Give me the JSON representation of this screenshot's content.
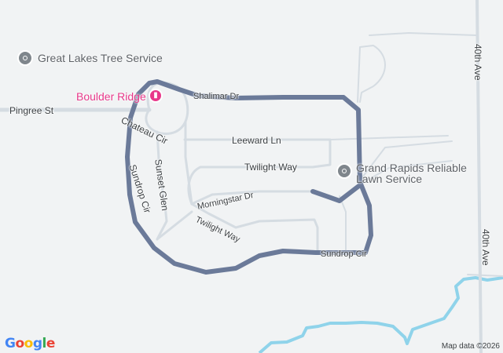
{
  "map": {
    "streets": {
      "pingree": "Pingree St",
      "chateau": "Chateau Cir",
      "shalimar": "Shalimar Dr",
      "leeward": "Leeward Ln",
      "twilight_way_1": "Twilight Way",
      "twilight_way_2": "Twilight Way",
      "morningstar": "Morningstar Dr",
      "sunset_glen": "Sunset Glen",
      "sundrop_west": "Sundrop Cir",
      "sundrop_south": "Sundrop Cir",
      "fortieth_north": "40th Ave",
      "fortieth_south": "40th Ave"
    },
    "pois": {
      "tree_service": "Great Lakes Tree Service",
      "lawn_service_line1": "Grand Rapids Reliable",
      "lawn_service_line2": "Lawn Service",
      "hotel": "Boulder Ridge"
    },
    "icons": {
      "poi_pin": "place-pin-icon",
      "hotel_pin": "hotel-bed-icon"
    },
    "colors": {
      "background": "#f1f3f4",
      "road": "#d5dce2",
      "route": "#6b7a99",
      "water": "#8fd3ea",
      "hotel": "#e8388a",
      "poi": "#7f868c"
    },
    "logo": "Google",
    "attribution": "Map data ©2026"
  }
}
